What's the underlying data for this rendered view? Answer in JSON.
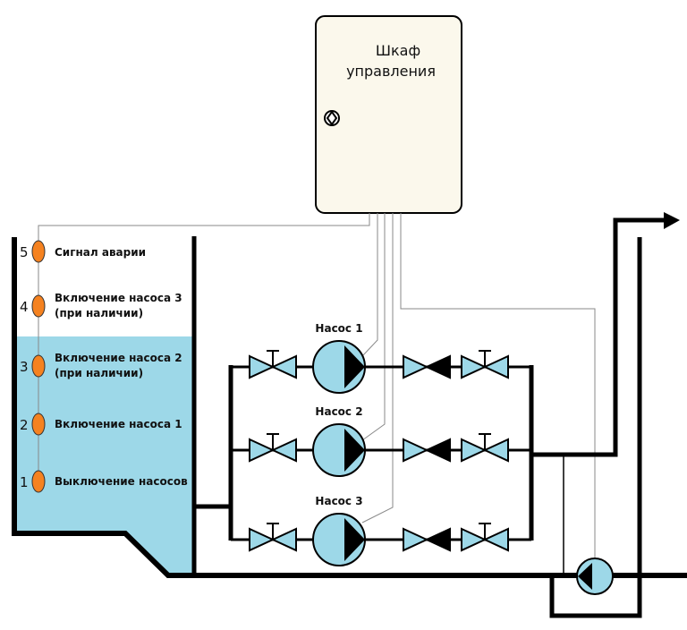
{
  "cabinet": {
    "title_line1": "Шкаф",
    "title_line2": "управления",
    "knob_icon": "switch-knob-icon"
  },
  "tank": {
    "sensors": [
      {
        "number": "5",
        "label_line1": "Сигнал аварии",
        "label_line2": ""
      },
      {
        "number": "4",
        "label_line1": "Включение насоса 3",
        "label_line2": "(при наличии)"
      },
      {
        "number": "3",
        "label_line1": "Включение насоса 2",
        "label_line2": "(при наличии)"
      },
      {
        "number": "2",
        "label_line1": "Включение насоса 1",
        "label_line2": ""
      },
      {
        "number": "1",
        "label_line1": "Выключение насосов",
        "label_line2": ""
      }
    ]
  },
  "pumps": [
    {
      "label": "Насос 1"
    },
    {
      "label": "Насос 2"
    },
    {
      "label": "Насос 3"
    }
  ],
  "colors": {
    "water": "#9dd8e8",
    "sensor": "#f58220",
    "cabinet": "#fbf8ec",
    "pipe": "#000000",
    "wire": "#888888"
  }
}
